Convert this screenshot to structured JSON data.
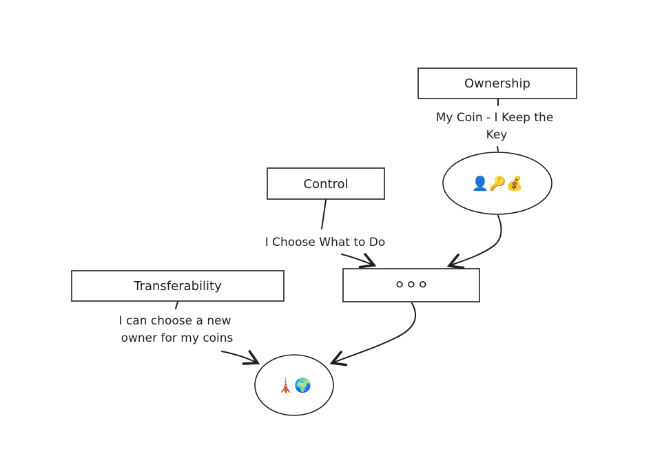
{
  "nodes": {
    "ownership": {
      "label": "Ownership"
    },
    "control": {
      "label": "Control"
    },
    "transferability": {
      "label": "Transferability"
    },
    "ownership_icon": {
      "text": "👤🔑💰"
    },
    "control_icon": {
      "text": "⚪⚪⚪"
    },
    "transfer_icon": {
      "text": "🗼🌍"
    }
  },
  "annotations": {
    "ownership_line1": "My Coin - I Keep the",
    "ownership_line2": "Key",
    "control_line1": "I Choose What to Do",
    "transfer_line1": "I can choose a new",
    "transfer_line2": "owner for my coins"
  },
  "colors": {
    "stroke": "#1e1e1e",
    "background": "#ffffff"
  }
}
